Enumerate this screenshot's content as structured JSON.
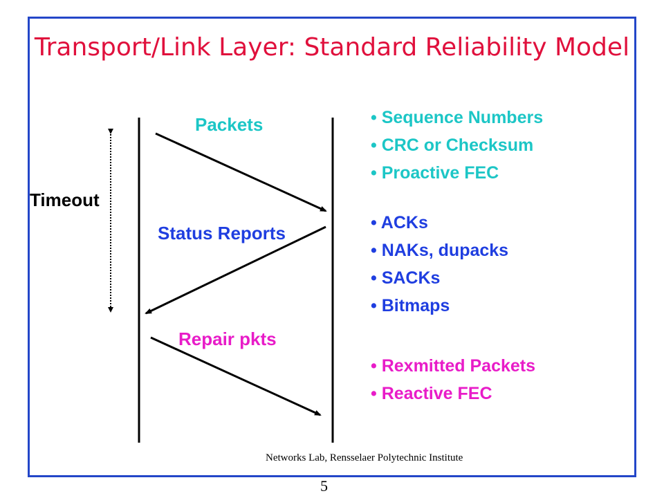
{
  "slide": {
    "title": "Transport/Link Layer: Standard Reliability Model",
    "footer": "Networks Lab, Rensselaer Polytechnic Institute",
    "page_number": "5"
  },
  "diagram": {
    "timeout_label": "Timeout",
    "packets_label": "Packets",
    "status_label": "Status Reports",
    "repair_label": "Repair pkts"
  },
  "groups": {
    "packets_items": [
      "Sequence Numbers",
      "CRC or Checksum",
      "Proactive FEC"
    ],
    "status_items": [
      "ACKs",
      "NAKs, dupacks",
      "SACKs",
      "Bitmaps"
    ],
    "repair_items": [
      "Rexmitted Packets",
      "Reactive FEC"
    ]
  },
  "colors": {
    "title": "#e0103c",
    "frame": "#2346c8",
    "packets": "#1cc6c6",
    "status": "#1f3ee0",
    "repair": "#e81cc8"
  }
}
